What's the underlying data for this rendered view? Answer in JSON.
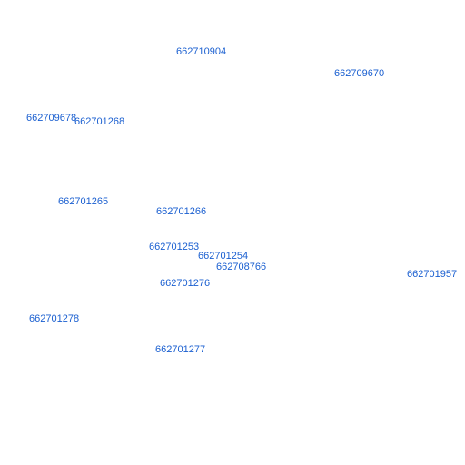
{
  "colors": {
    "label": "#1a5fd0",
    "background": "#ffffff"
  },
  "map": {
    "labels": [
      {
        "id": "662710904"
      },
      {
        "id": "662709670"
      },
      {
        "id": "662709678"
      },
      {
        "id": "662701268"
      },
      {
        "id": "662701265"
      },
      {
        "id": "662701266"
      },
      {
        "id": "662701253"
      },
      {
        "id": "662701254"
      },
      {
        "id": "662708766"
      },
      {
        "id": "662701957"
      },
      {
        "id": "662701276"
      },
      {
        "id": "662701278"
      },
      {
        "id": "662701277"
      }
    ]
  }
}
